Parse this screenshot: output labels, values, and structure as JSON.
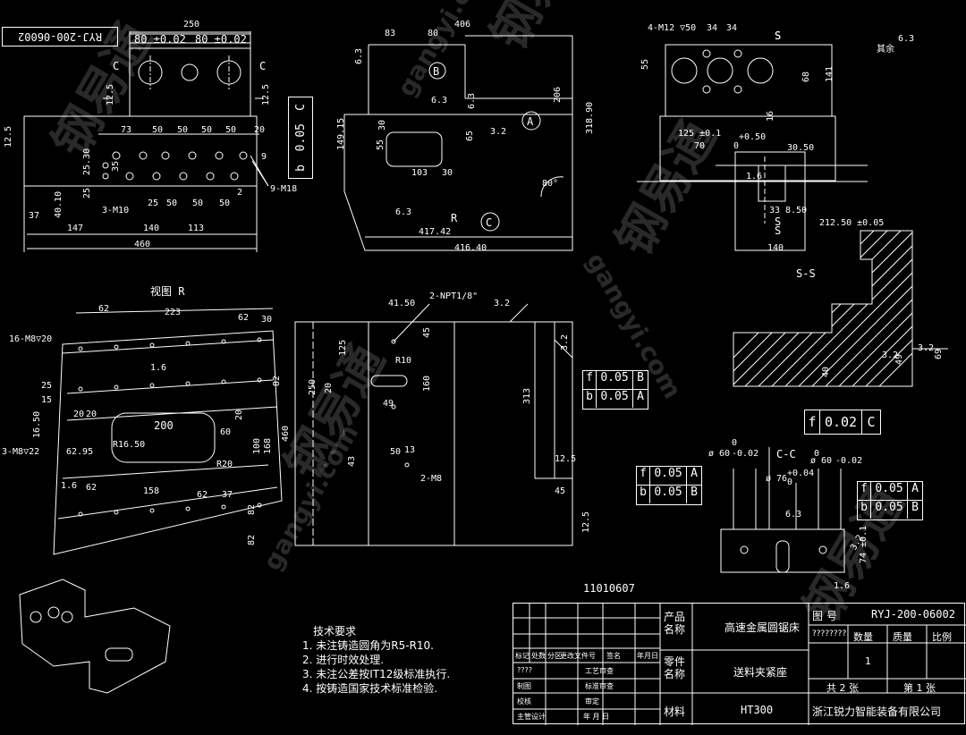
{
  "drawing": {
    "doc_id_box": "RYJ-200-06002",
    "bottom_code": "11010607",
    "views": {
      "view_r": "视图 R",
      "ss": "S-S",
      "cc": "C-C"
    },
    "tolerance_frames": [
      {
        "sym": "b",
        "val": "0.05",
        "ref": "C"
      },
      {
        "sym": "f",
        "val": "0.05",
        "ref": "B"
      },
      {
        "sym": "b",
        "val": "0.05",
        "ref": "A"
      },
      {
        "sym": "f",
        "val": "0.02",
        "ref": "C"
      },
      {
        "sym": "f",
        "val": "0.05",
        "ref": "A"
      },
      {
        "sym": "b",
        "val": "0.05",
        "ref": "B"
      },
      {
        "sym": "f",
        "val": "0.05",
        "ref": "A"
      },
      {
        "sym": "b",
        "val": "0.05",
        "ref": "B"
      }
    ],
    "dims_top_left": [
      "250",
      "80 ±0.02",
      "80 ±0.02",
      "73",
      "50",
      "50",
      "50",
      "50",
      "20",
      "35",
      "25.30",
      "25",
      "40.10",
      "37",
      "147",
      "140",
      "113",
      "460",
      "25",
      "50",
      "50",
      "50",
      "3-M10",
      "9-M18",
      "12.5",
      "12.5",
      "12.5",
      "2",
      "9"
    ],
    "dims_top_mid": [
      "406",
      "83",
      "80",
      "6.3",
      "6.3",
      "6.3",
      "206",
      "318.90",
      "149.15",
      "55",
      "30",
      "65",
      "103",
      "30",
      "3.2",
      "80°",
      "417.42",
      "416.40",
      "6.3",
      "R"
    ],
    "dims_top_right": [
      "4-M12 ▽50",
      "34",
      "34",
      "S",
      "6.3",
      "其余",
      "55",
      "68",
      "141",
      "125 ±0.1",
      "+0.50",
      "70",
      "0",
      "30.50",
      "16",
      "1.6",
      "33",
      "8.50",
      "212.50 ±0.05",
      "140",
      "S"
    ],
    "dims_view_r": [
      "62",
      "223",
      "62",
      "30",
      "16-M8▽20",
      "1.6",
      "82",
      "25",
      "15",
      "20",
      "20",
      "16.50",
      "200",
      "R16.50",
      "60",
      "100",
      "168",
      "20",
      "3-M8▽22",
      "62.95",
      "R20",
      "1.6",
      "62",
      "158",
      "62",
      "37",
      "82",
      "82"
    ],
    "dims_mid": [
      "41.50",
      "2-NPT1/8\"",
      "3.2",
      "45",
      "125",
      "R10",
      "160",
      "250",
      "20",
      "49",
      "460",
      "313",
      "3.2",
      "50",
      "13",
      "43",
      "2-M8",
      "12.5",
      "45",
      "12.5"
    ],
    "dims_ss": [
      "40",
      "49",
      "69",
      "3.2",
      "3.2"
    ],
    "dims_cc": [
      "ø 60",
      "0",
      "-0.02",
      "ø 76",
      "+0.04",
      "0",
      "ø 60",
      "0",
      "-0.02",
      "6.3",
      "3.2",
      "74 ±0.1",
      "1.6"
    ],
    "circle_labels": [
      "B",
      "A",
      "C"
    ],
    "section_marks": [
      "C",
      "C",
      "S",
      "S"
    ]
  },
  "tech_notes": {
    "title": "技术要求",
    "items": [
      "1. 未注铸造圆角为R5-R10.",
      "2. 进行时效处理.",
      "3. 未注公差按IT12级标准执行.",
      "4. 按铸造国家技术标准检验."
    ]
  },
  "title_block": {
    "product_label": "产品名称",
    "product_name": "高速金属圆锯床",
    "part_label": "零件名称",
    "part_name": "送料夹紧座",
    "material_label": "材料",
    "material": "HT300",
    "drawing_no_label": "图 号",
    "drawing_no": "RYJ-200-06002",
    "col_headers": [
      "????????",
      "数量",
      "质量",
      "比例"
    ],
    "qty": "1",
    "sheets_total": "共 2 张",
    "sheet_no": "第 1 张",
    "company": "浙江锐力智能装备有限公司",
    "rev_headers": [
      "标记",
      "处数",
      "分区",
      "更改文件号",
      "签名",
      "年月日"
    ],
    "signoff_rows": [
      "????",
      "制图",
      "校核",
      "主管设计"
    ],
    "signoff_right": [
      "工艺审查",
      "标准审查",
      "审定",
      "年 月 日"
    ]
  },
  "watermark": {
    "cn": "钢易通",
    "url": "gangyi.com"
  }
}
